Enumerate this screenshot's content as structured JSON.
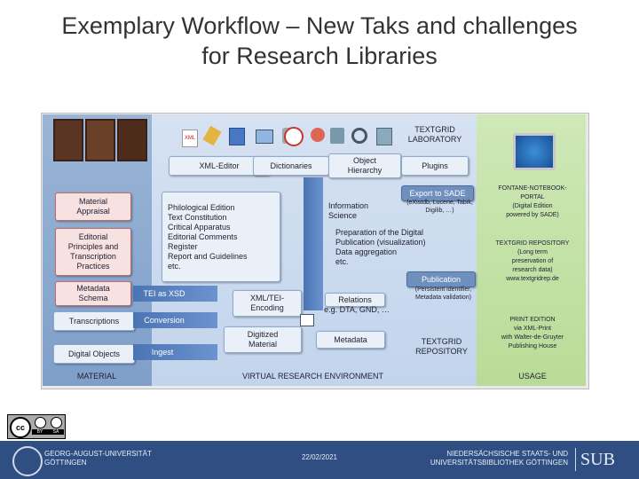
{
  "title": {
    "line1": "Exemplary Workflow – New Taks and challenges",
    "line2": "for Research Libraries"
  },
  "lab": {
    "textgrid_lab": "TEXTGRID\nLABORATORY",
    "xml_editor": "XML-Editor",
    "dictionaries": "Dictionaries",
    "object_hierarchy": "Object\nHierarchy",
    "plugins": "Plugins"
  },
  "material": {
    "appraisal": "Material\nAppraisal",
    "editorial": "Editorial\nPrinciples and\nTranscription\nPractices",
    "metadata_schema": "Metadata\nSchema",
    "transcriptions": "Transcriptions",
    "digital_objects": "Digital Objects",
    "label": "MATERIAL"
  },
  "vre": {
    "philological": "Philological Edition\n  Text Constitution\n  Critical Apparatus\n  Editorial Comments\n  Register\n  Report and Guidelines\n  etc.",
    "information_science": "Information\nScience",
    "export_sade": "Export to SADE",
    "export_sub": "(eXistdb, Lucene, Tabik,\nDigilib, …)",
    "preparation": "Preparation of the Digital\nPublication (visualization)\nData aggregation\netc.",
    "publication": "Publication",
    "publication_sub": "(Persistent identifier,\nMetadata validation)",
    "tei_xsd": "TEI as XSD",
    "xml_tei": "XML/TEI-\nEncoding",
    "relations": "Relations",
    "relations_sub": "e.g. DTA, GND, …",
    "conversion": "Conversion",
    "digitized": "Digitized\nMaterial",
    "metadata": "Metadata",
    "ingest": "Ingest",
    "textgrid_repo": "TEXTGRID\nREPOSITORY",
    "label": "VIRTUAL RESEARCH ENVIRONMENT"
  },
  "usage": {
    "fontane": "FONTANE-NOTEBOOK-\nPORTAL\n(Digital Edition\npowered by SADE)",
    "repository": "TEXTGRID REPOSITORY\n(Long term\npreservation of\nresearch data)\nwww.textgridrep.de",
    "print": "PRINT EDITION\nvia XML-Print\nwith Walter-de-Gruyter\nPublishing House",
    "label": "USAGE"
  },
  "footer": {
    "left_line1": "GEORG-AUGUST-UNIVERSITÄT",
    "left_line2": "GÖTTINGEN",
    "date": "22/02/2021",
    "right_line1": "NIEDERSÄCHSISCHE STAATS- UND",
    "right_line2": "UNIVERSITÄTSBIBLIOTHEK GÖTTINGEN",
    "sub": "SUB"
  },
  "license": {
    "cc": "cc",
    "by": "BY",
    "sa": "SA"
  },
  "colors": {
    "footer": "#2f4e82",
    "blue_panel": "#8aa9d1",
    "mid_panel": "#cfdcef",
    "green_panel": "#c3e2a6",
    "arrow": "#4b74b3"
  }
}
